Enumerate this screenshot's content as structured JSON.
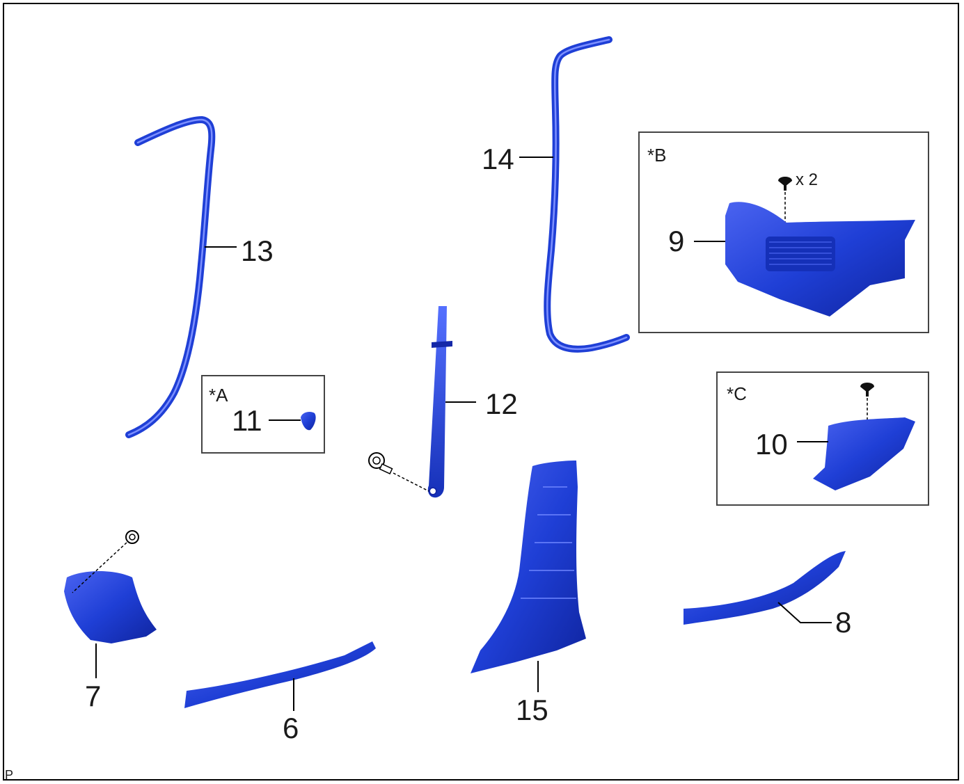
{
  "diagram": {
    "part_labels": {
      "p6": "6",
      "p7": "7",
      "p8": "8",
      "p9": "9",
      "p10": "10",
      "p11": "11",
      "p12": "12",
      "p13": "13",
      "p14": "14",
      "p15": "15"
    },
    "inset_labels": {
      "a": "*A",
      "b": "*B",
      "c": "*C"
    },
    "clip_quantity": "x 2",
    "corner_mark": "P",
    "colors": {
      "part_fill": "#1f3fd6",
      "part_dark": "#1428a8",
      "part_light": "#6f86ff",
      "line": "#000000",
      "background": "#ffffff"
    }
  }
}
